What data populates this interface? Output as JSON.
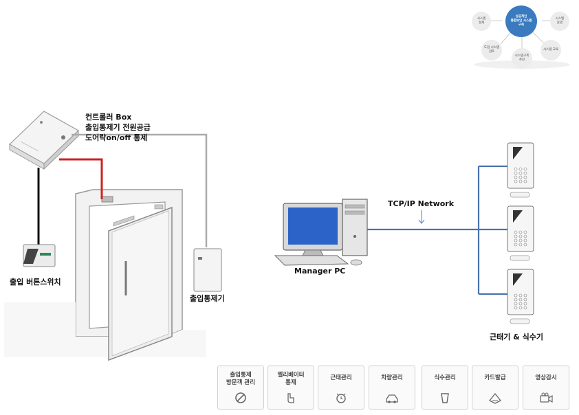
{
  "controller": {
    "line1": "컨트롤러 Box",
    "line2": "출입통제기 전원공급",
    "line3": "도어락on/off 통제"
  },
  "exit_button_label": "출입 버튼스위치",
  "reader_label": "출입통제기",
  "manager_pc_label": "Manager PC",
  "network_label": "TCP/IP Network",
  "terminals_label": "근태기 & 식수기",
  "system_map": {
    "center": "성공적인\n통합보안 시스템\n구축",
    "nodes": [
      "시스템\n설계",
      "시스템\n운영",
      "도입 시스템\n검토",
      "시스템구축\n추진",
      "시스템 교육"
    ]
  },
  "services": [
    {
      "label": "출입통제\n방문객 관리",
      "icon": "prohibit-icon"
    },
    {
      "label": "엘리베이터\n통제",
      "icon": "elevator-hand-icon"
    },
    {
      "label": "근태관리",
      "icon": "alarm-clock-icon"
    },
    {
      "label": "차량관리",
      "icon": "car-icon"
    },
    {
      "label": "식수관리",
      "icon": "cup-icon"
    },
    {
      "label": "카드발급",
      "icon": "card-pen-icon"
    },
    {
      "label": "영상감시",
      "icon": "camera-icon"
    }
  ],
  "colors": {
    "network_line": "#4a72b0",
    "power_line": "#cc2222",
    "wire": "#111111",
    "wall": "#9a9a9a"
  }
}
